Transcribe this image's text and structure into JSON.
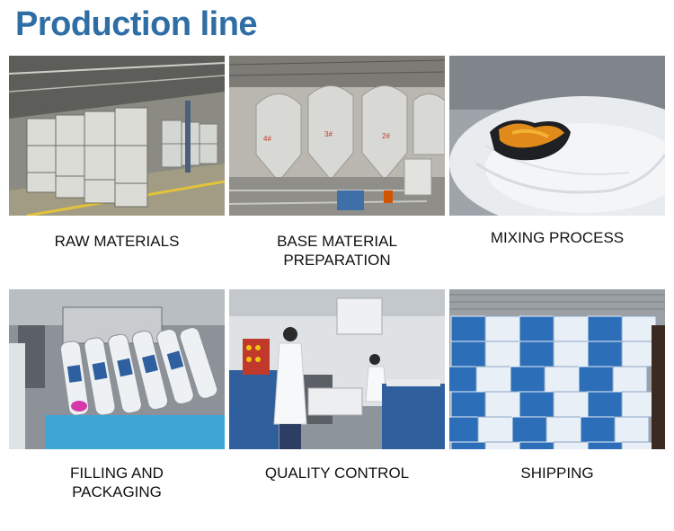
{
  "title": "Production line",
  "steps": [
    {
      "label": "RAW MATERIALS",
      "image": "warehouse-totes-photo"
    },
    {
      "label": "BASE MATERIAL\nPREPARATION",
      "image": "silo-tanks-photo"
    },
    {
      "label": "MIXING PROCESS",
      "image": "mixing-vat-photo"
    },
    {
      "label": "FILLING AND\nPACKAGING",
      "image": "cartridge-filling-photo"
    },
    {
      "label": "QUALITY CONTROL",
      "image": "lab-technicians-photo"
    },
    {
      "label": "SHIPPING",
      "image": "boxes-in-container-photo"
    }
  ],
  "photo_marks": {
    "tank_numbers": [
      "4#",
      "3#",
      "2#"
    ]
  }
}
